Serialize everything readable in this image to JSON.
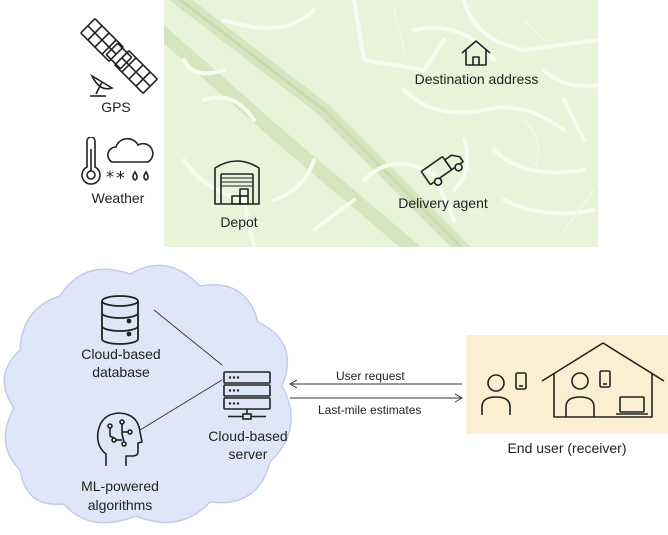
{
  "top": {
    "gps_label": "GPS",
    "weather_label": "Weather",
    "map": {
      "destination_label": "Destination address",
      "depot_label": "Depot",
      "agent_label": "Delivery agent"
    }
  },
  "cloud": {
    "database_label_line1": "Cloud-based",
    "database_label_line2": "database",
    "ml_label_line1": "ML-powered",
    "ml_label_line2": "algorithms",
    "server_label_line1": "Cloud-based",
    "server_label_line2": "server"
  },
  "arrows": {
    "request_label": "User request",
    "estimates_label": "Last-mile estimates"
  },
  "end_user": {
    "label": "End user (receiver)"
  },
  "colors": {
    "map_bg": "#e9f3d9",
    "cloud_fill": "#dfe6f7",
    "cloud_stroke": "#c3cdea",
    "end_user_bg": "#fcefd1"
  }
}
